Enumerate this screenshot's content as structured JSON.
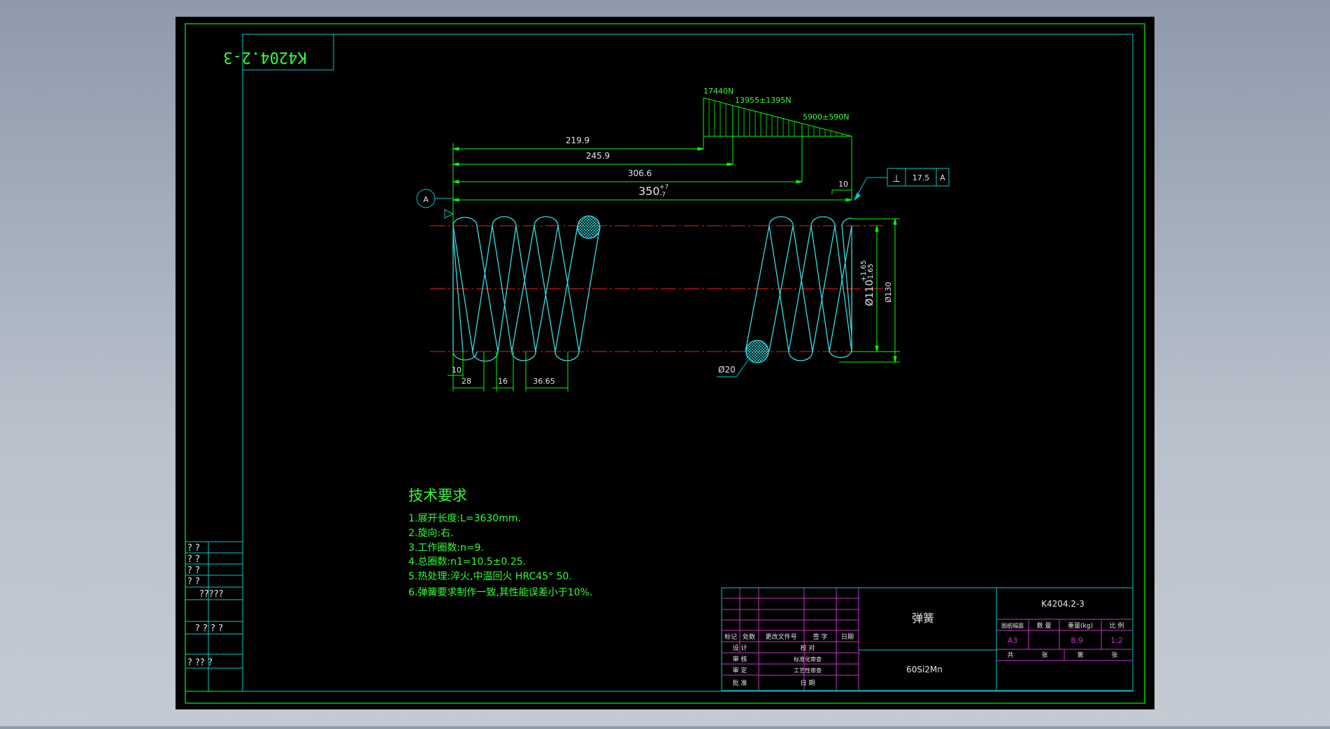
{
  "drawing": {
    "number_rotated": "K4204.2-3",
    "part_name": "弹簧",
    "material": "60Si2Mn",
    "number": "K4204.2-3"
  },
  "dimensions": {
    "force_max": "17440N",
    "force_mid": "13955±1395N",
    "force_min": "5900±590N",
    "len_219": "219.9",
    "len_245": "245.9",
    "len_306": "306.6",
    "len_350": "350",
    "tol_350_up": "+7",
    "tol_350_low": "-7",
    "end_10": "10",
    "perp_symbol": "⊥",
    "perp_value": "17.5",
    "perp_datum": "A",
    "datum_label": "A",
    "inner_dia": "Ø110",
    "inner_tol_up": "+1.65",
    "inner_tol_low": "-1.65",
    "outer_dia": "Ø130",
    "wire_dia": "Ø20",
    "b_10": "10",
    "b_28": "28",
    "b_16": "16",
    "b_36": "36.65"
  },
  "requirements": {
    "title": "技术要求",
    "items": [
      "1.展开长度:L=3630mm.",
      "2.旋向:右.",
      "3.工作圈数:n=9.",
      "4.总圈数:n1=10.5±0.25.",
      "5.热处理:淬火,中温回火 HRC45° 50.",
      "6.弹簧要求制作一致,其性能误差小于10%."
    ]
  },
  "left_table": {
    "rows": [
      "? ?",
      "? ?",
      "? ?",
      "? ?"
    ],
    "label_a": "?????",
    "label_b": "? ? ? ?",
    "label_c": "? ?? ?"
  },
  "title_block": {
    "h_mark": "标记",
    "h_count": "处数",
    "h_doc": "更改文件号",
    "h_sign": "签 字",
    "h_date": "日期",
    "r_design": "设 计",
    "r_check": "校 对",
    "r_review": "审 核",
    "r_std": "标准化审查",
    "r_approve": "审 定",
    "r_process": "工艺性审查",
    "r_ratify": "批 准",
    "r_date": "日 期",
    "c_size_h": "图纸幅面",
    "c_qty_h": "数 量",
    "c_weight_h": "重量(kg)",
    "c_scale_h": "比 例",
    "c_size": "A3",
    "c_qty": "",
    "c_weight": "8.9",
    "c_scale": "1:2",
    "c_total": "共",
    "c_sheet1": "张",
    "c_page": "第",
    "c_sheet2": "张"
  },
  "colors": {
    "canvas": "#000000",
    "frame": "#00ff00",
    "inner": "#00cccc",
    "spring": "#33e0e6",
    "dim": "#00ff00",
    "center": "#ff1a1a",
    "table_magenta": "#cc33cc",
    "text_green": "#33ff33",
    "text_yellow": "#e6e64d"
  }
}
